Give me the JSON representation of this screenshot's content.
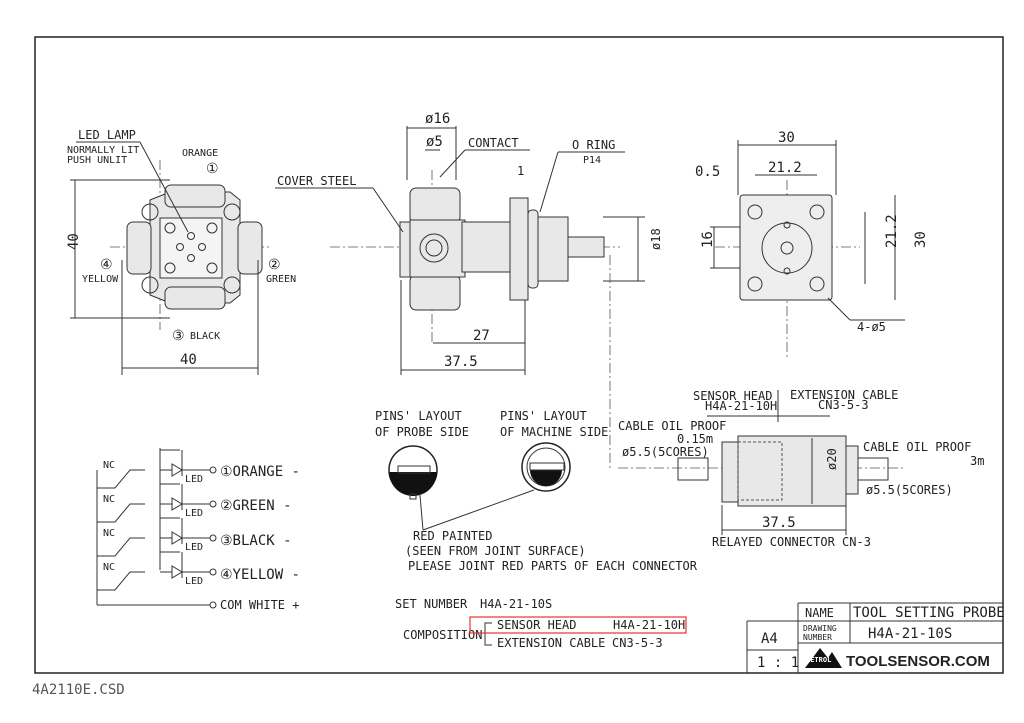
{
  "front_view": {
    "led_lamp": "LED LAMP",
    "normally_lit": "NORMALLY LIT",
    "push_unlit": "PUSH UNLIT",
    "orange": "ORANGE",
    "green": "GREEN",
    "black": "BLACK",
    "yellow": "YELLOW",
    "n1": "①",
    "n2": "②",
    "n3": "③",
    "n4": "④",
    "dim_height": "40",
    "dim_width": "40"
  },
  "side_view": {
    "d16": "ø16",
    "d5": "ø5",
    "contact": "CONTACT",
    "o_ring": "O RING",
    "p14": "P14",
    "one": "1",
    "cover_steel": "COVER STEEL",
    "d18": "ø18",
    "dim27": "27",
    "dim37_5": "37.5"
  },
  "rear_view": {
    "dim30": "30",
    "dim0_5": "0.5",
    "dim21_2": "21.2",
    "dim16": "16",
    "dim21_2v": "21.2",
    "dim30v": "30",
    "holes": "4-ø5"
  },
  "pins": {
    "probe_side_1": "PINS' LAYOUT",
    "probe_side_2": "OF PROBE SIDE",
    "machine_side_1": "PINS' LAYOUT",
    "machine_side_2": "OF MACHINE SIDE",
    "red_painted": "RED PAINTED",
    "seen_from": "(SEEN FROM JOINT SURFACE)",
    "please_joint": "PLEASE JOINT RED PARTS OF EACH CONNECTOR"
  },
  "connector": {
    "sensor_head": "SENSOR HEAD",
    "sensor_head_no": "H4A-21-10H",
    "extension_cable": "EXTENSION CABLE",
    "extension_cable_no": "CN3-5-3",
    "cable_left_1": "CABLE OIL PROOF",
    "cable_left_2": "0.15m",
    "cable_left_3": "ø5.5(5CORES)",
    "cable_right_1": "CABLE OIL PROOF",
    "cable_right_2": "3m",
    "cable_right_3": "ø5.5(5CORES)",
    "d20": "ø20",
    "dim37_5": "37.5",
    "relayed": "RELAYED CONNECTOR CN-3"
  },
  "circuit": {
    "nc": "NC",
    "led": "LED",
    "outputs": [
      "①ORANGE -",
      "②GREEN -",
      "③BLACK -",
      "④YELLOW -"
    ],
    "com": "COM WHITE +"
  },
  "set": {
    "set_number_label": "SET NUMBER",
    "set_number": "H4A-21-10S",
    "composition": "COMPOSITION",
    "items": [
      {
        "name": "SENSOR HEAD",
        "code": "H4A-21-10H"
      },
      {
        "name": "EXTENSION CABLE",
        "code": "CN3-5-3"
      }
    ],
    "highlight_color": "#e8332f"
  },
  "title_block": {
    "name_label": "NAME",
    "name": "TOOL SETTING PROBE",
    "drawing_number_label_1": "DRAWING",
    "drawing_number_label_2": "NUMBER",
    "drawing_number": "H4A-21-10S",
    "size": "A4",
    "scale": "1 : 1",
    "logo": "METROL",
    "website": "TOOLSENSOR.COM"
  },
  "file_name": "4A2110E.CSD"
}
